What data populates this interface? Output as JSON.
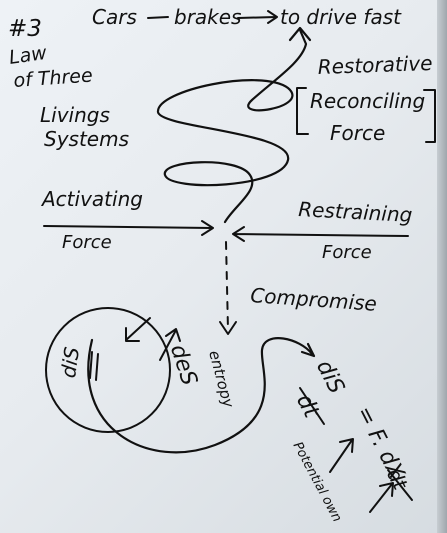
{
  "board": {
    "number": "#3",
    "title_line1": "Law",
    "title_line2": "of Three",
    "subtitle_line1": "Livings",
    "subtitle_line2": "Systems",
    "top_phrase_cars": "Cars",
    "top_phrase_brakes": "brakes",
    "top_phrase_drive": "to drive fast",
    "restorative": "Restorative",
    "reconciling": "Reconciling",
    "reconciling_force": "Force",
    "activating": "Activating",
    "activating_force": "Force",
    "restraining": "Restraining",
    "restraining_force": "Force",
    "compromise": "Compromise",
    "dis_label": "diS",
    "des_label": "deS",
    "entropy_label": "entropy",
    "eq_numerator": "diS",
    "eq_denominator": "dt",
    "eq_rhs": "= F. dX",
    "eq_rhs_denominator": "dt",
    "potential_label": "Potential own"
  }
}
